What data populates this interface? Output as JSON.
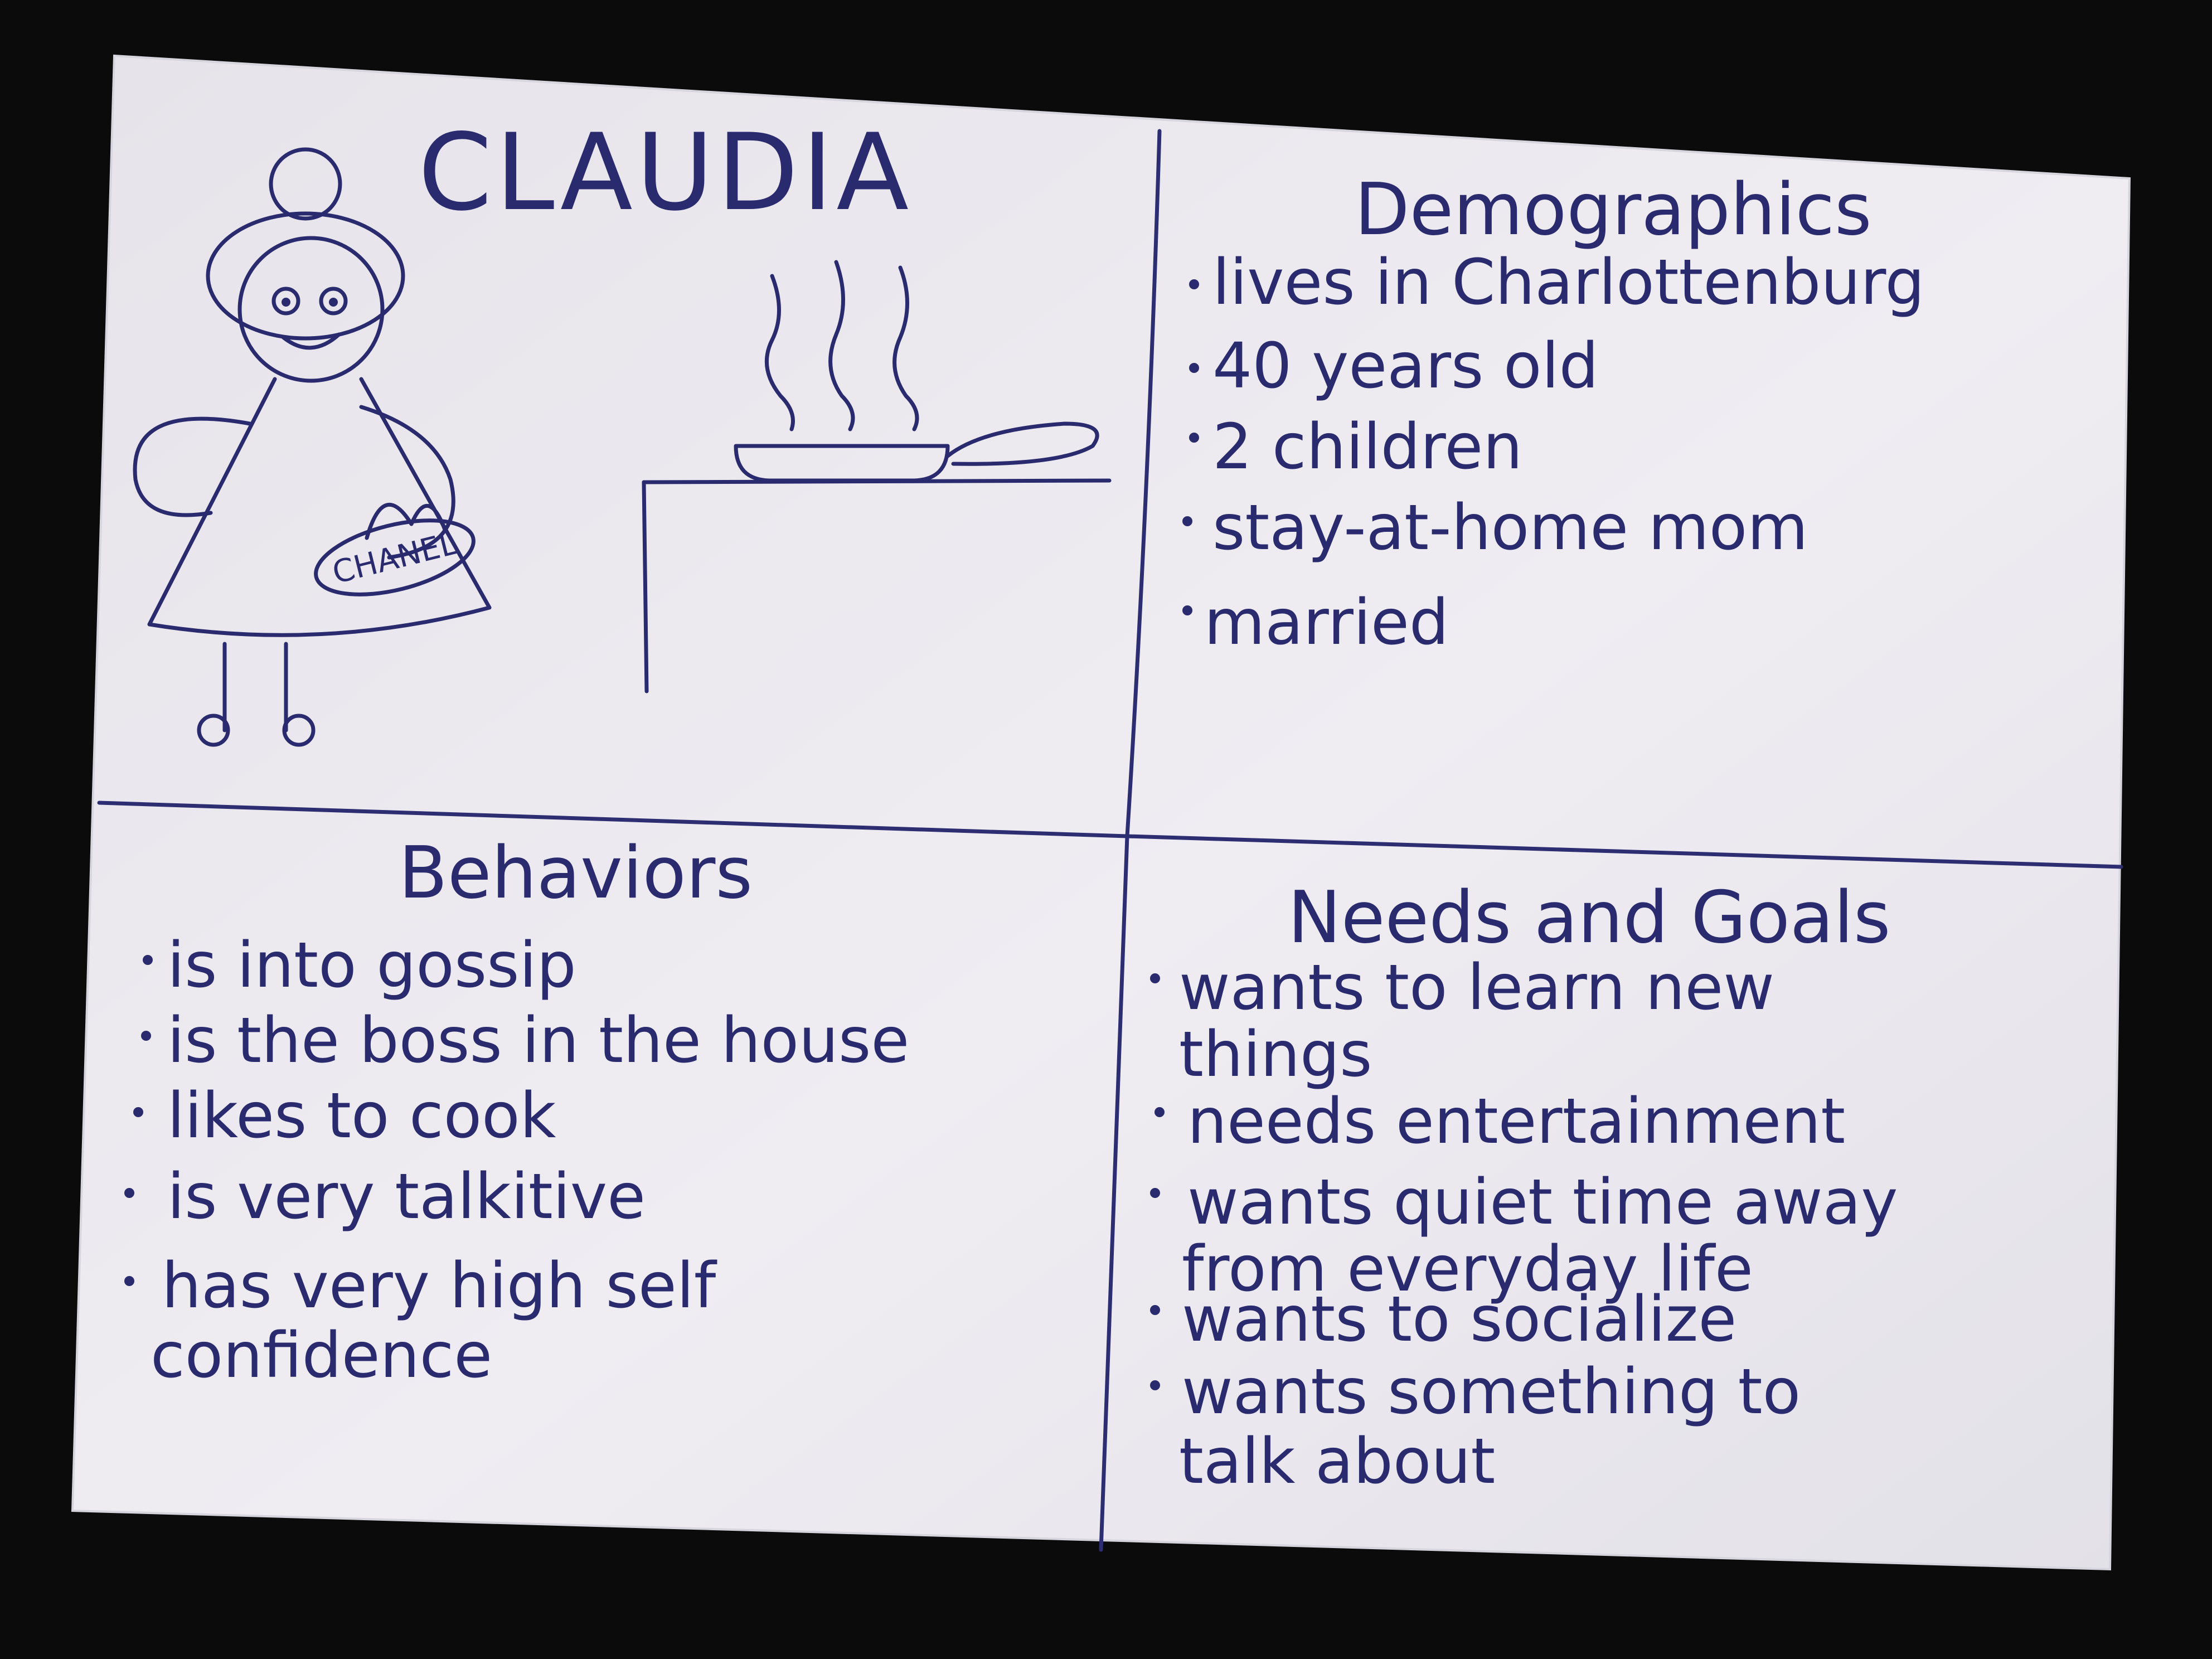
{
  "persona": {
    "name": "CLAUDIA",
    "apron_brand": "CHANEL"
  },
  "demographics": {
    "heading": "Demographics",
    "items": [
      "lives in Charlottenburg",
      "40 years old",
      "2 children",
      "stay-at-home mom",
      "married"
    ]
  },
  "behaviors": {
    "heading": "Behaviors",
    "items": [
      "is into gossip",
      "is the boss in the house",
      "likes to cook",
      "is very talkitive",
      "has very high self",
      "confidence"
    ]
  },
  "needs_goals": {
    "heading": "Needs and Goals",
    "items": [
      "wants to learn new",
      "things",
      "needs entertainment",
      "wants quiet time away",
      "from everyday life",
      "wants to socialize",
      "wants something to",
      "talk about"
    ]
  },
  "colors": {
    "background": "#0b0b0b",
    "paper": "#eceaf0",
    "ink": "#2a2a6e"
  },
  "icons": [
    "woman-figure-icon",
    "frying-pan-icon",
    "steam-icon",
    "kitchen-counter-icon"
  ]
}
